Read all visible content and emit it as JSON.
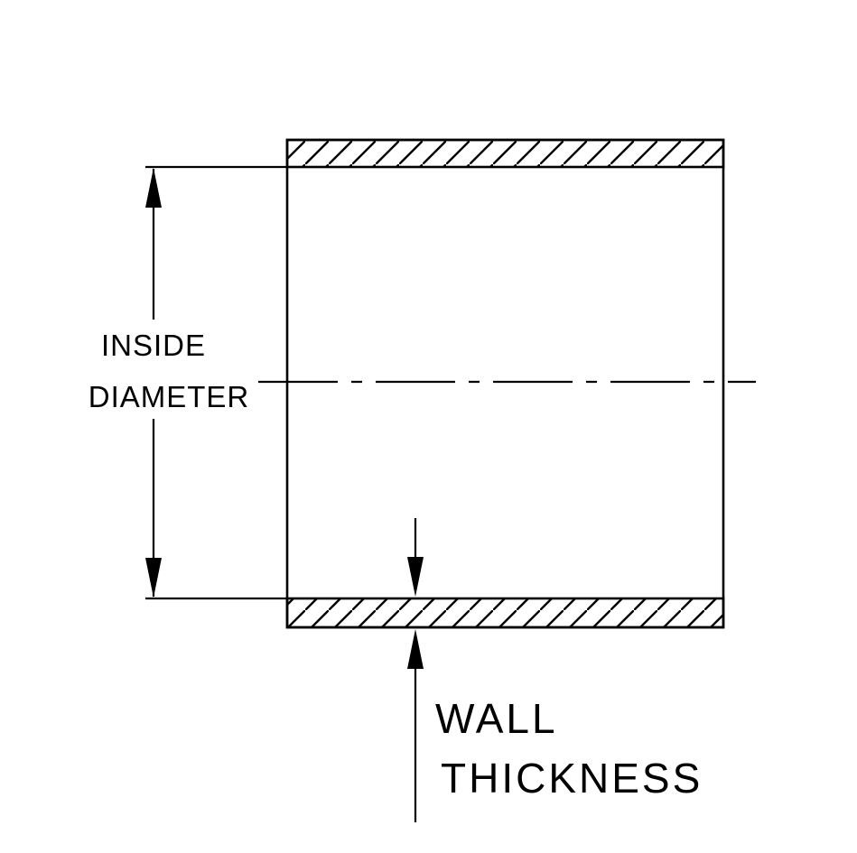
{
  "page": {
    "background_color": "#ffffff",
    "line_color": "#000000"
  },
  "diagram": {
    "kind": "technical-cross-section-drawing",
    "description": "Cross-section of a tube/hose coupler with hatched wall sections, a dash-dot centerline, and dimension callouts",
    "labels": {
      "inside_diameter_line1": "INSIDE",
      "inside_diameter_line2": "DIAMETER",
      "wall_thickness_line1": "WALL",
      "wall_thickness_line2": "THICKNESS"
    }
  }
}
